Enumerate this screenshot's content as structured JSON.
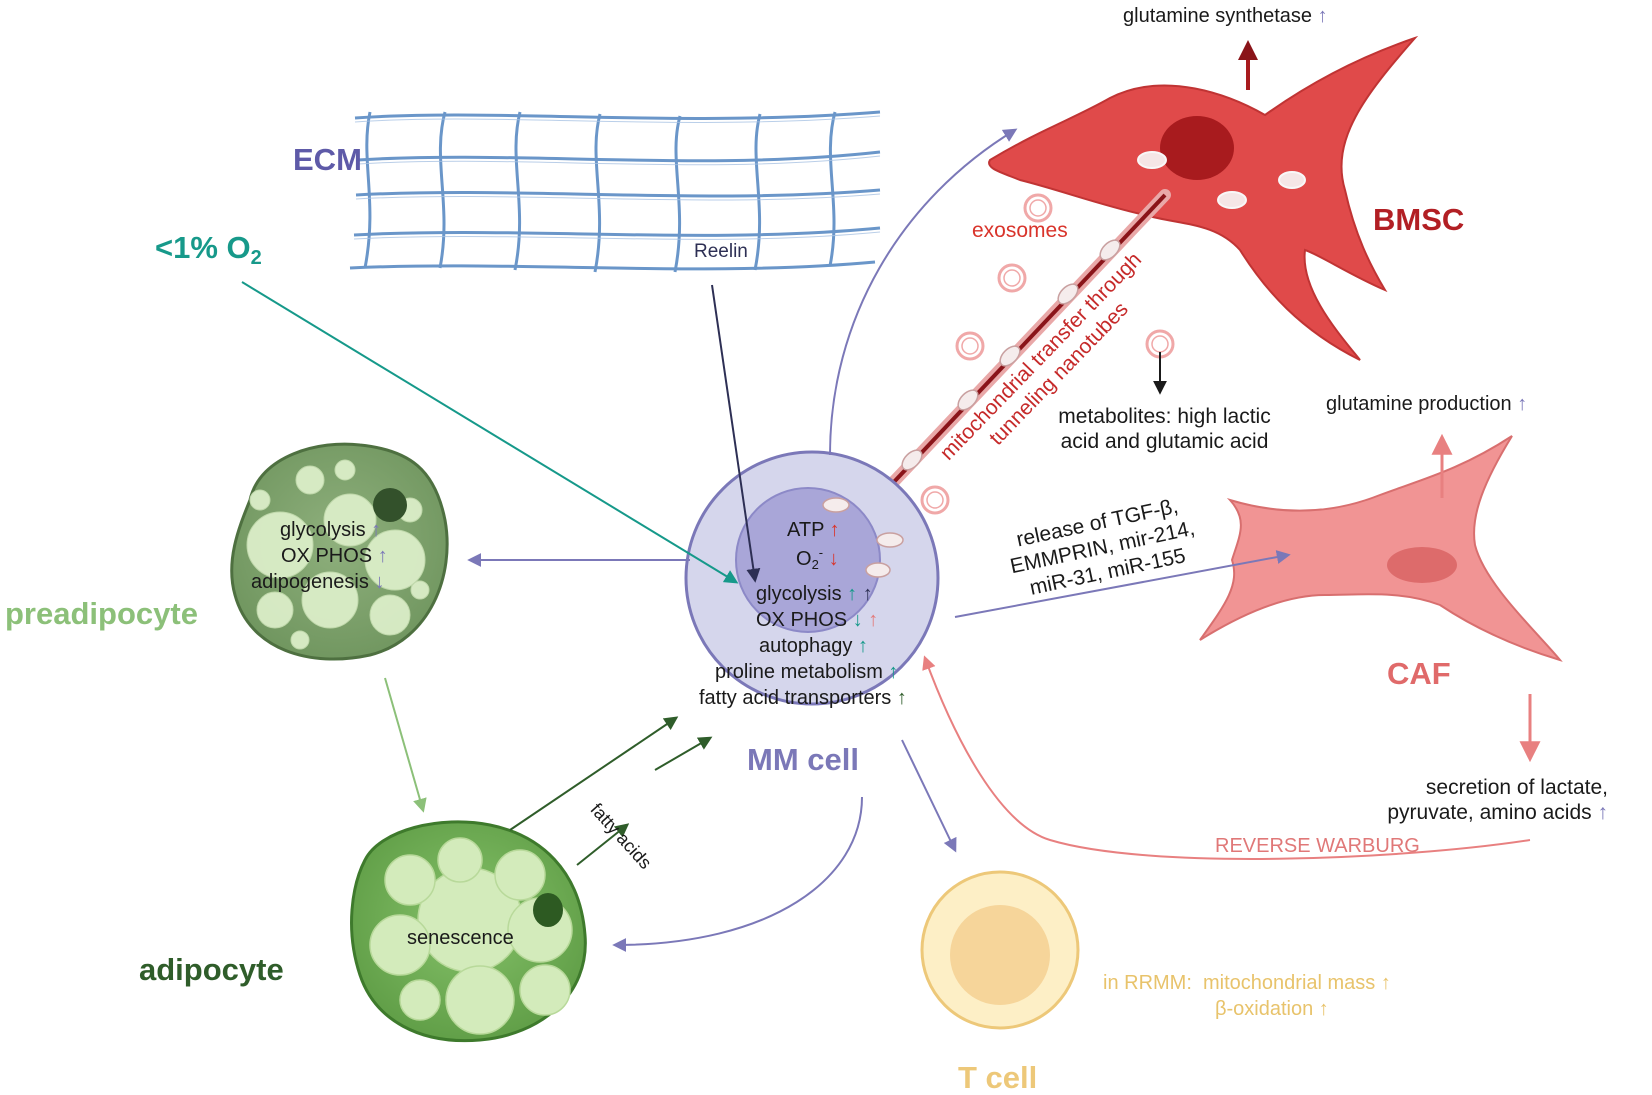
{
  "colors": {
    "mm": "#7b78b8",
    "mm_fill_outer": "#d5d6ec",
    "mm_fill_inner": "#a9a6d8",
    "bmsc": "#e04747",
    "bmsc_label": "#b21f24",
    "caf": "#e88080",
    "caf_label": "#e06a6a",
    "preadipocyte_label": "#8cc079",
    "adipocyte_label": "#2f5d2a",
    "ecm": "#5a8bc4",
    "ecm_label": "#5e5aa8",
    "oxygen_label": "#17998a",
    "tcell_label": "#edc879",
    "reverse_warburg": "#e07878"
  },
  "labels": {
    "ecm": "ECM",
    "reelin": "Reelin",
    "oxygen": "<1% O",
    "oxygen_sub": "2",
    "bmsc": "BMSC",
    "glutamine_synthetase": "glutamine synthetase",
    "exosomes": "exosomes",
    "mito_transfer_line1": "mitochondrial transfer through",
    "mito_transfer_line2": "tunneling nanotubes",
    "metabolites": "metabolites: high lactic\nacid and glutamic acid",
    "glutamine_production": "glutamine production",
    "caf": "CAF",
    "release": "release of TGF-β,\nEMMPRIN, mir-214,\nmiR-31, miR-155",
    "secretion_line1": "secretion of lactate,",
    "secretion_line2": "pyruvate, amino acids",
    "reverse_warburg": "REVERSE WARBURG",
    "mm_cell": "MM cell",
    "t_cell": "T cell",
    "rrmm_prefix": "in RRMM:",
    "rrmm_line1": "mitochondrial mass",
    "rrmm_line2": "β-oxidation",
    "preadipocyte": "preadipocyte",
    "adipocyte": "adipocyte",
    "fatty_acids": "fatty acids",
    "senescence": "senescence",
    "pre_glycolysis": "glycolysis",
    "pre_oxphos": "OX PHOS",
    "pre_adipogenesis": "adipogenesis",
    "mm_atp": "ATP",
    "mm_o2": "O",
    "mm_o2_sub": "2",
    "mm_o2_sup": "-",
    "mm_glycolysis": "glycolysis",
    "mm_oxphos": "OX PHOS",
    "mm_autophagy": "autophagy",
    "mm_proline": "proline metabolism",
    "mm_fatty": "fatty acid transporters"
  },
  "arrows": {
    "up": "↑",
    "down": "↓"
  }
}
